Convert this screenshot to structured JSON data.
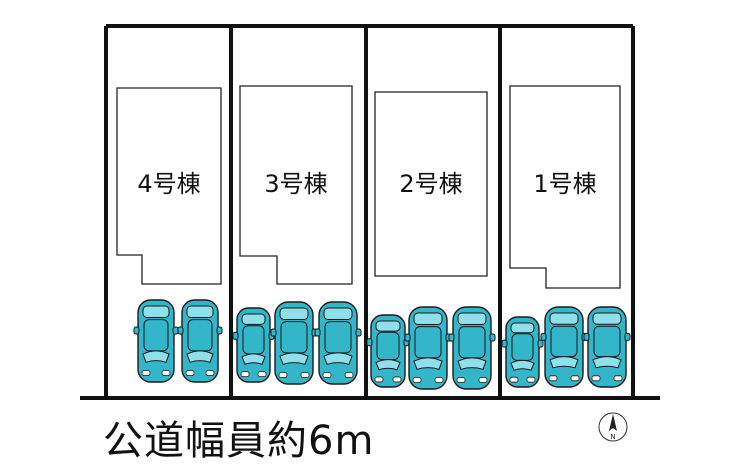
{
  "colors": {
    "line": "#111111",
    "car_body": "#33b6c9",
    "car_glass": "#8fe0ea",
    "car_outline": "#1a1a1a"
  },
  "lots": [
    {
      "label": "4号棟",
      "cars": 2
    },
    {
      "label": "3号棟",
      "cars": 3
    },
    {
      "label": "2号棟",
      "cars": 3
    },
    {
      "label": "1号棟",
      "cars": 3
    }
  ],
  "road": {
    "label": "公道幅員約6m"
  },
  "compass": {
    "label": "N",
    "icon": "north-arrow-icon"
  }
}
